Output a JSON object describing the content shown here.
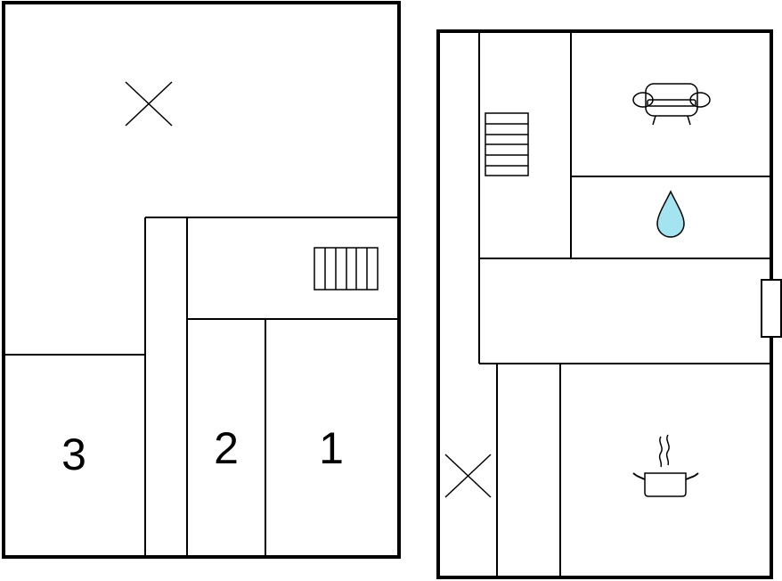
{
  "floors": [
    {
      "rooms": [
        {
          "label": "1"
        },
        {
          "label": "2"
        },
        {
          "label": "3"
        }
      ],
      "symbols": [
        "void-cross-icon",
        "stairs-icon"
      ]
    },
    {
      "rooms": [],
      "symbols": [
        "sofa-icon",
        "water-drop-icon",
        "stairs-icon",
        "door-icon",
        "void-cross-icon",
        "cooking-pot-icon"
      ]
    }
  ],
  "colors": {
    "wall": "#000000",
    "water": "#a3e4f0",
    "background": "#ffffff"
  }
}
